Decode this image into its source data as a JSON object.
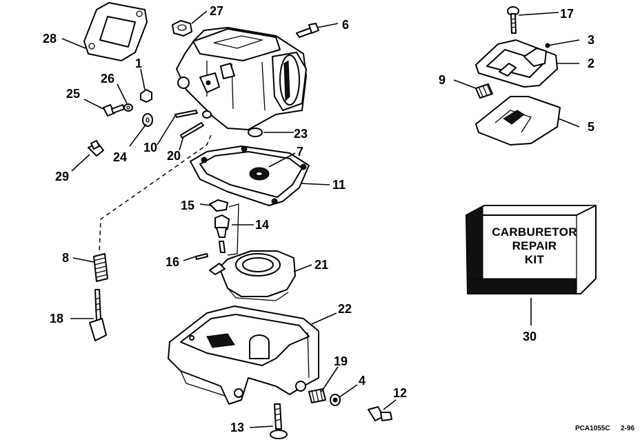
{
  "callouts": {
    "c1": "1",
    "c2": "2",
    "c3": "3",
    "c4": "4",
    "c5": "5",
    "c6": "6",
    "c7": "7",
    "c8": "8",
    "c9": "9",
    "c10": "10",
    "c11": "11",
    "c12": "12",
    "c13": "13",
    "c14": "14",
    "c15": "15",
    "c16": "16",
    "c17": "17",
    "c18": "18",
    "c19": "19",
    "c20": "20",
    "c21": "21",
    "c22": "22",
    "c23": "23",
    "c24": "24",
    "c25": "25",
    "c26": "26",
    "c27": "27",
    "c28": "28",
    "c29": "29",
    "c30": "30"
  },
  "kit": {
    "line1": "CARBURETOR",
    "line2": "REPAIR",
    "line3": "KIT"
  },
  "footer": {
    "code": "PCA1055C",
    "date": "2-96"
  }
}
